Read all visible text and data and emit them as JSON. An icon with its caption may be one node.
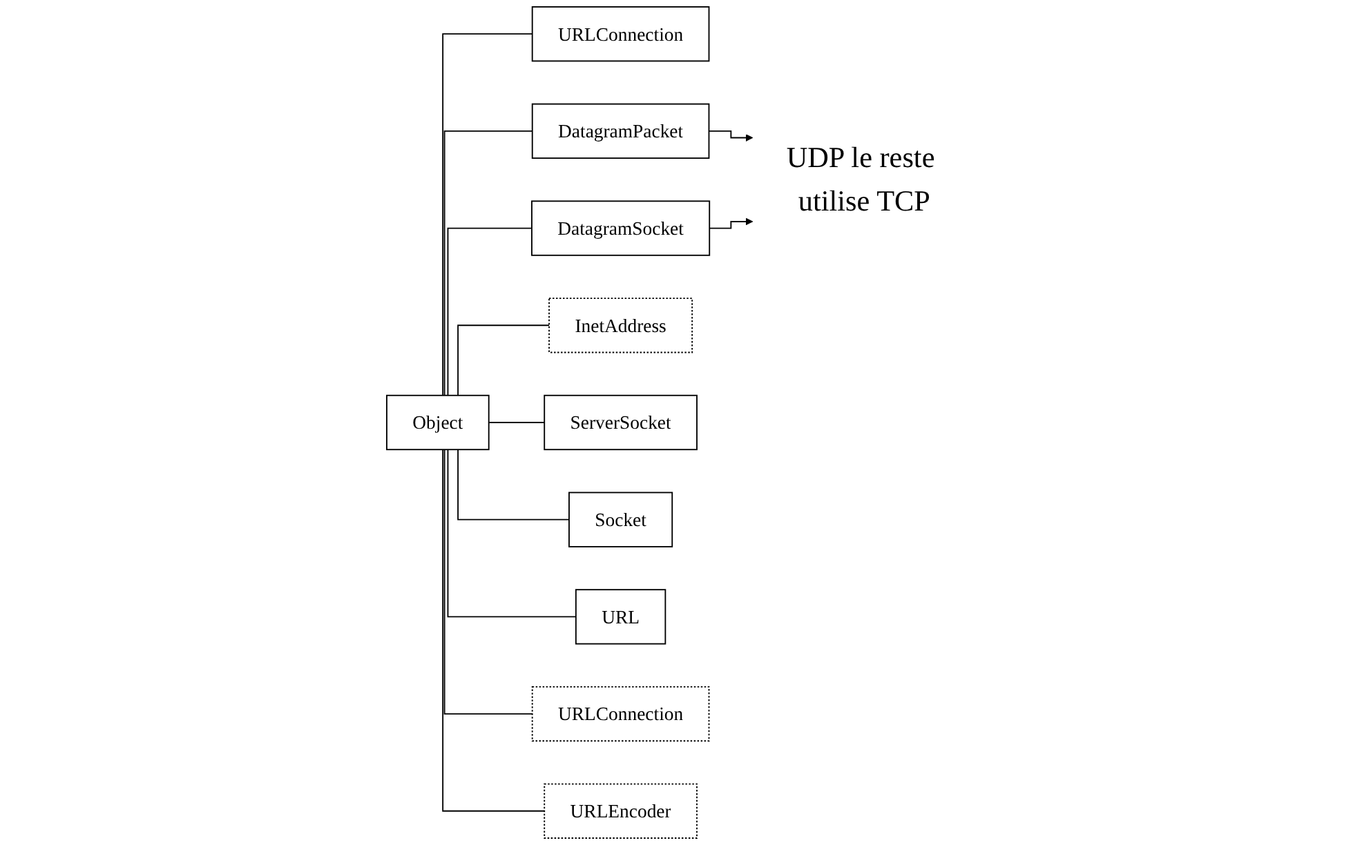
{
  "diagram": {
    "nodes": [
      {
        "text": [
          "Object"
        ]
      },
      {
        "text": [
          "URLConnection"
        ]
      },
      {
        "text": [
          "DatagramPacket"
        ]
      },
      {
        "text": [
          "DatagramSocket"
        ]
      },
      {
        "text": [
          "InetAddress"
        ]
      },
      {
        "text": [
          "ServerSocket"
        ]
      },
      {
        "text": [
          "Socket"
        ]
      },
      {
        "text": [
          "URL"
        ]
      },
      {
        "text": [
          "URLConnection"
        ]
      },
      {
        "text": [
          "URLEncoder"
        ]
      },
      {
        "text": [
          "UDP le reste utilise TCP"
        ]
      }
    ],
    "edges": [
      {
        "from": 0,
        "to": 1,
        "arrow": "none"
      },
      {
        "from": 0,
        "to": 2,
        "arrow": "none"
      },
      {
        "from": 0,
        "to": 3,
        "arrow": "none"
      },
      {
        "from": 0,
        "to": 4,
        "arrow": "none"
      },
      {
        "from": 0,
        "to": 5,
        "arrow": "none"
      },
      {
        "from": 0,
        "to": 6,
        "arrow": "none"
      },
      {
        "from": 0,
        "to": 7,
        "arrow": "none"
      },
      {
        "from": 0,
        "to": 8,
        "arrow": "none"
      },
      {
        "from": 0,
        "to": 9,
        "arrow": "none"
      },
      {
        "from": 2,
        "to": 10,
        "arrow": "to"
      },
      {
        "from": 3,
        "to": 10,
        "arrow": "to"
      }
    ]
  }
}
